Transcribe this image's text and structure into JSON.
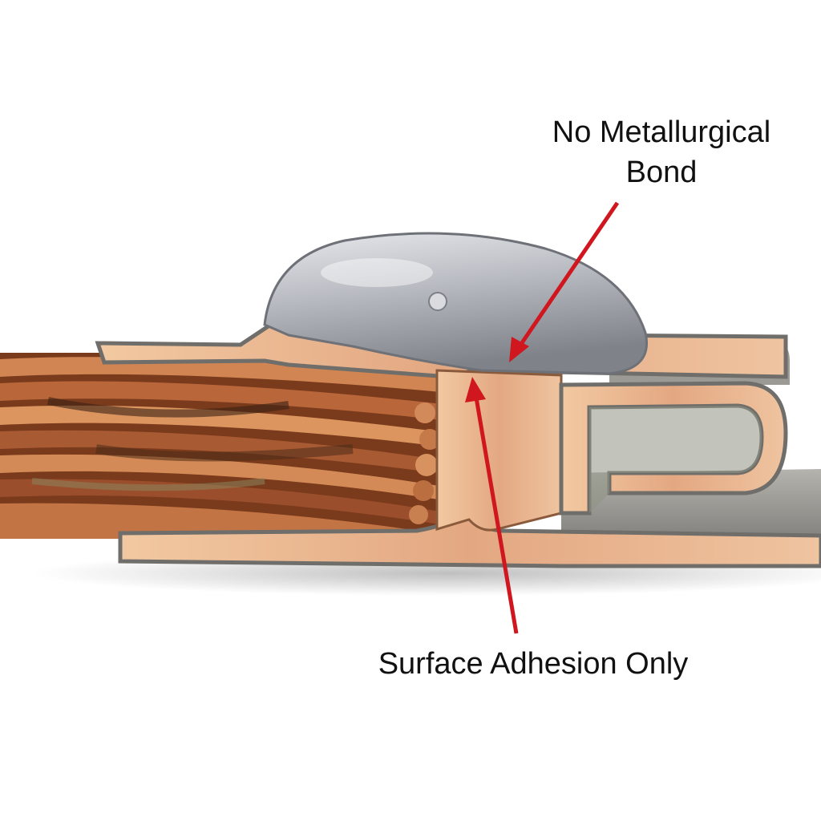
{
  "image": {
    "subject": "cross-section of copper cable crimp lug with solder blob",
    "colors": {
      "background": "#ffffff",
      "copper": "#c8784a",
      "copper_dark": "#7a3a1c",
      "section_face": "#e8b48c",
      "solder": "#b9bcc2",
      "tin_plating": "#8f9296",
      "arrow": "#d0161f"
    }
  },
  "annotations": {
    "top_label_line1": "No Metallurgical",
    "top_label_line2": "Bond",
    "bottom_label": "Surface Adhesion Only"
  }
}
